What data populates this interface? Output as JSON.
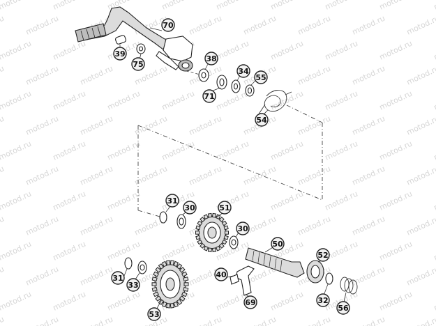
{
  "watermark": {
    "text": "motod.ru"
  },
  "callouts": {
    "c70": "70",
    "c39": "39",
    "c75": "75",
    "c38": "38",
    "c34": "34",
    "c55": "55",
    "c71": "71",
    "c54": "54",
    "c31a": "31",
    "c30a": "30",
    "c51": "51",
    "c30b": "30",
    "c50": "50",
    "c52": "52",
    "c40": "40",
    "c31b": "31",
    "c33": "33",
    "c69": "69",
    "c32": "32",
    "c56": "56",
    "c53": "53"
  }
}
